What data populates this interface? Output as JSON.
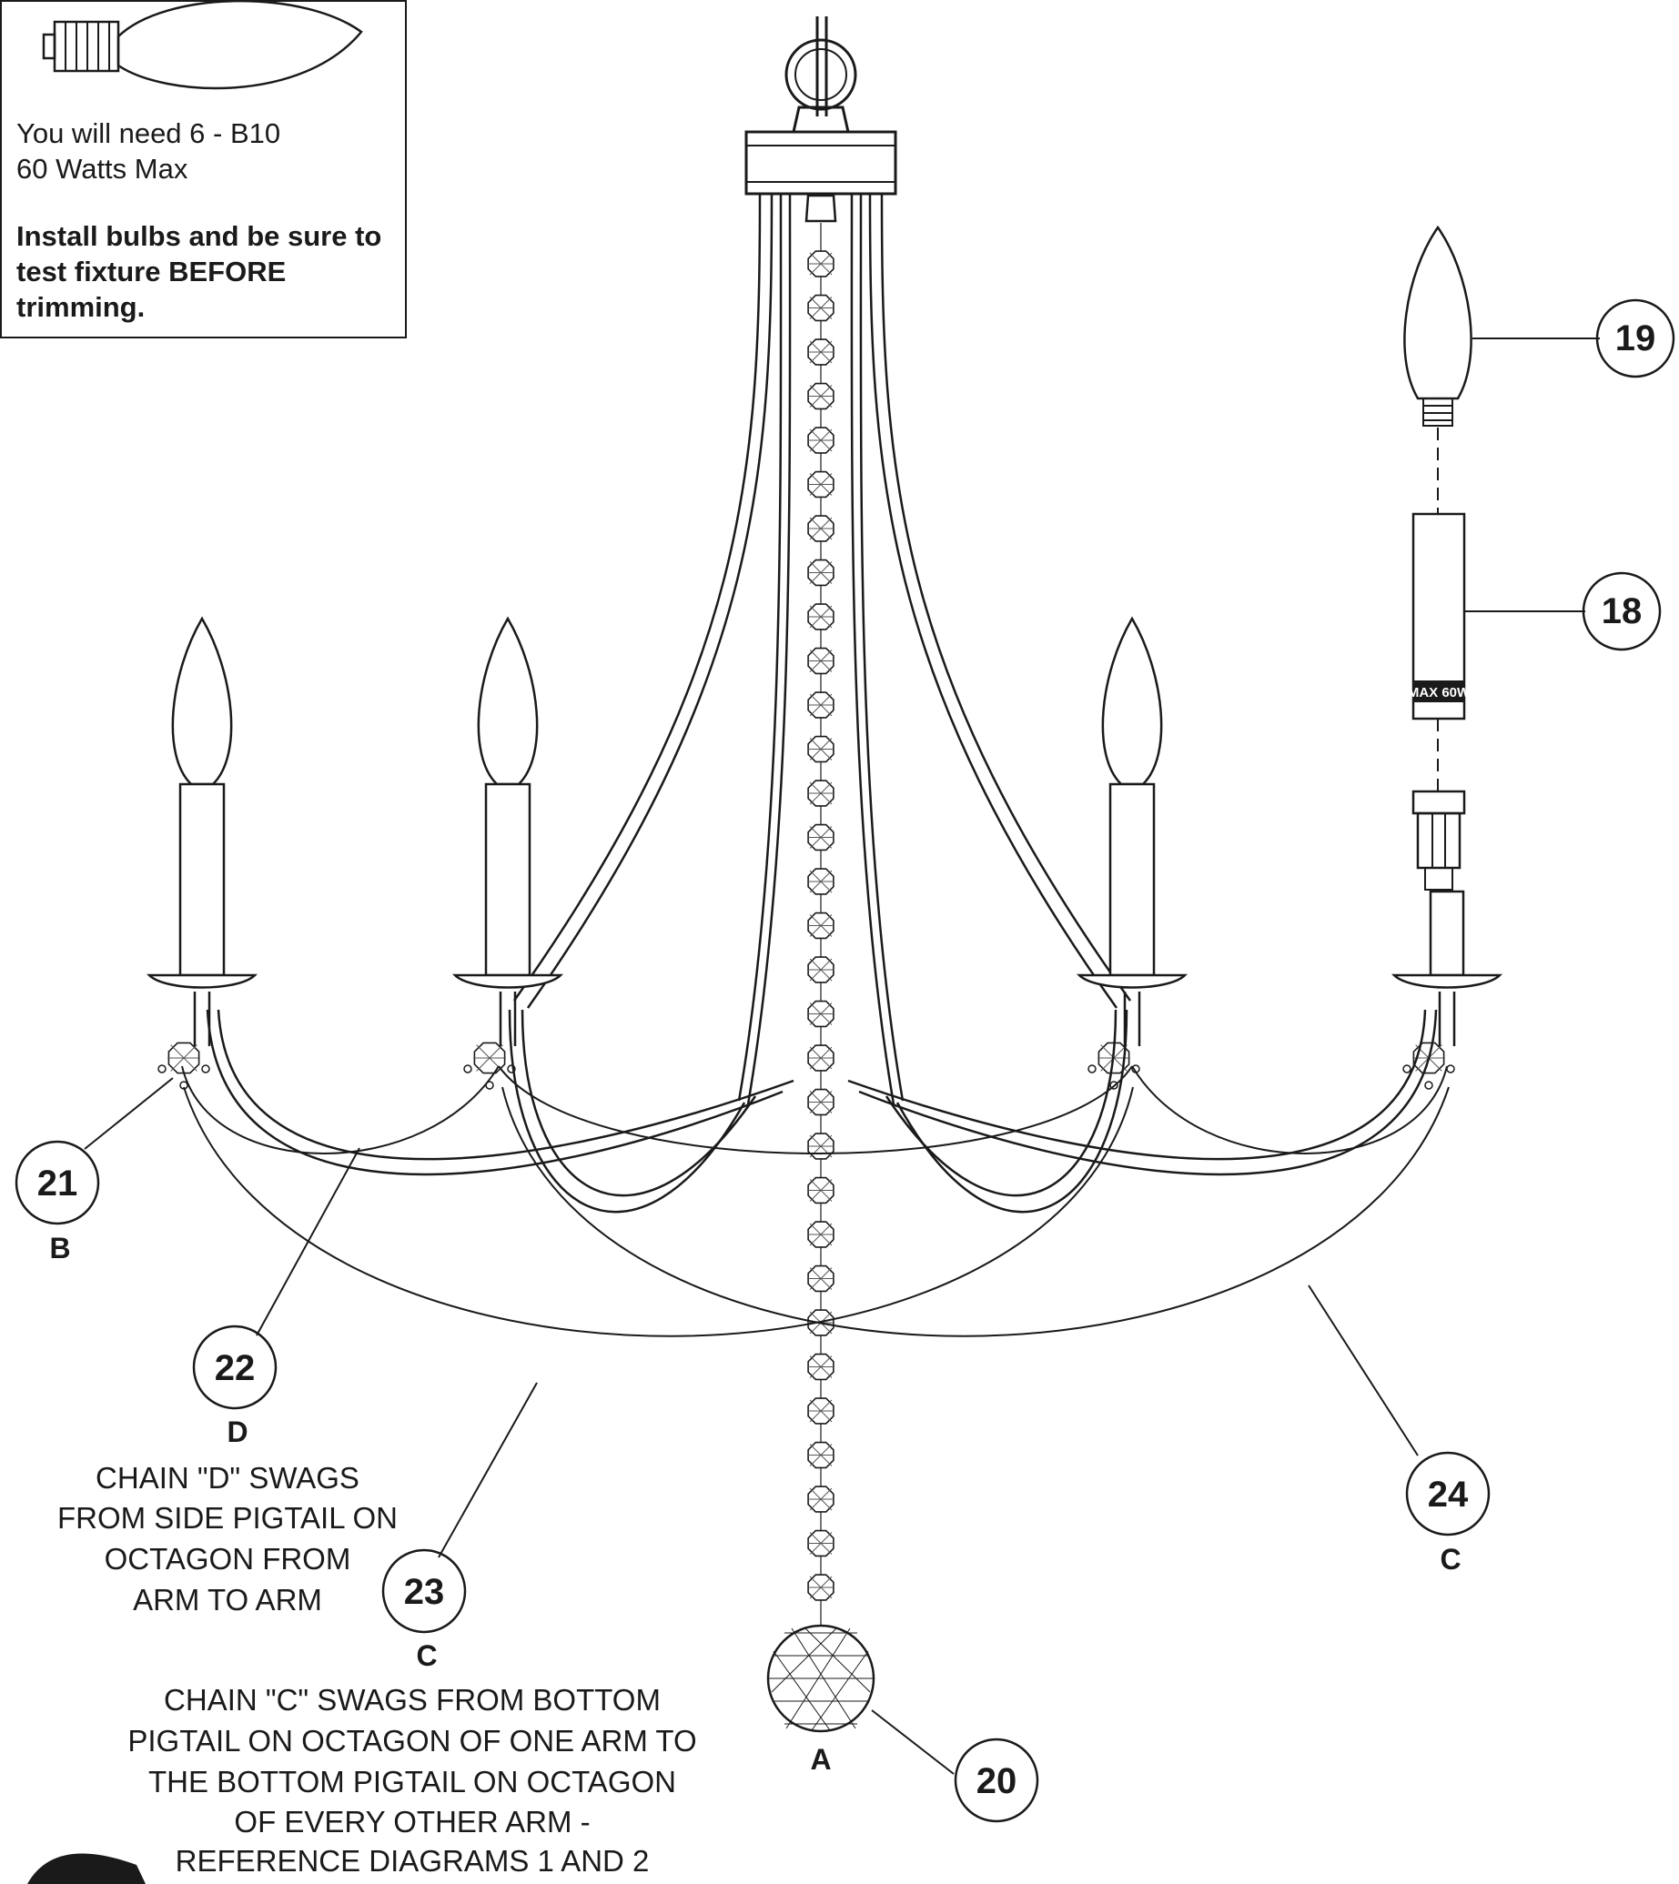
{
  "note_box": {
    "line1": "You will need 6 - B10",
    "line2": "60 Watts Max",
    "warn1": "Install bulbs and be sure to",
    "warn2": "test fixture BEFORE",
    "warn3": "trimming."
  },
  "callouts": [
    {
      "number": "19"
    },
    {
      "number": "18"
    },
    {
      "number": "21",
      "letter": "B"
    },
    {
      "number": "22",
      "letter": "D"
    },
    {
      "number": "23",
      "letter": "C"
    },
    {
      "number": "24",
      "letter": "C"
    },
    {
      "number": "20",
      "letter": "A"
    }
  ],
  "notes": {
    "chain_d": [
      "CHAIN \"D\" SWAGS",
      "FROM SIDE PIGTAIL ON",
      "OCTAGON FROM",
      "ARM TO ARM"
    ],
    "chain_c": [
      "CHAIN \"C\" SWAGS FROM BOTTOM",
      "PIGTAIL ON OCTAGON OF ONE ARM TO",
      "THE BOTTOM PIGTAIL ON OCTAGON",
      "OF EVERY OTHER ARM -",
      "REFERENCE DIAGRAMS 1 AND 2"
    ]
  },
  "socket_label": "MAX 60W"
}
